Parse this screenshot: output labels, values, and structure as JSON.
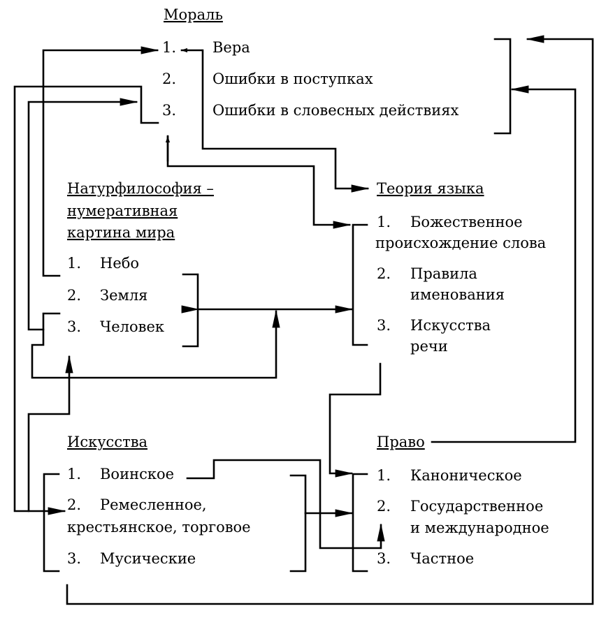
{
  "morality": {
    "title": "Мораль",
    "items": [
      {
        "num": "1.",
        "text": "Вера"
      },
      {
        "num": "2.",
        "text": "Ошибки в поступках"
      },
      {
        "num": "3.",
        "text": "Ошибки в словесных действиях"
      }
    ]
  },
  "natural_philosophy": {
    "title_lines": [
      "Натурфилософия –",
      "нумеративная",
      "картина мира"
    ],
    "items": [
      {
        "num": "1.",
        "text": "Небо"
      },
      {
        "num": "2.",
        "text": "Земля"
      },
      {
        "num": "3.",
        "text": "Человек"
      }
    ]
  },
  "language_theory": {
    "title": "Теория языка",
    "items": [
      {
        "num": "1.",
        "lines": [
          "Божественное",
          "происхождение слова"
        ]
      },
      {
        "num": "2.",
        "lines": [
          "Правила",
          "именования"
        ]
      },
      {
        "num": "3.",
        "lines": [
          "Искусства",
          "речи"
        ]
      }
    ]
  },
  "arts": {
    "title": "Искусства",
    "items": [
      {
        "num": "1.",
        "lines": [
          "Воинское"
        ]
      },
      {
        "num": "2.",
        "lines": [
          "Ремесленное,",
          "крестьянское, торговое"
        ]
      },
      {
        "num": "3.",
        "lines": [
          "Мусические"
        ]
      }
    ]
  },
  "law": {
    "title": "Право",
    "items": [
      {
        "num": "1.",
        "lines": [
          "Каноническое"
        ]
      },
      {
        "num": "2.",
        "lines": [
          "Государственное",
          "и международное"
        ]
      },
      {
        "num": "3.",
        "lines": [
          "Частное"
        ]
      }
    ]
  }
}
